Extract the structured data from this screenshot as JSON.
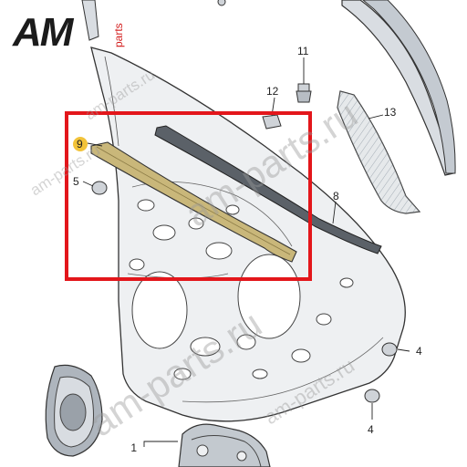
{
  "logo": {
    "mark": "AM",
    "sub": "parts",
    "colors": {
      "mark": "#1b1b1b",
      "sub": "#d32020"
    }
  },
  "watermarks": [
    "am-parts.ru",
    "am-parts.ru",
    "am-parts.ru",
    "am-parts.ru",
    "am-parts.ru"
  ],
  "callouts": [
    {
      "label": "1"
    },
    {
      "label": "4"
    },
    {
      "label": "4"
    },
    {
      "label": "5"
    },
    {
      "label": "8"
    },
    {
      "label": "9",
      "highlighted": true
    },
    {
      "label": "11"
    },
    {
      "label": "12"
    },
    {
      "label": "13"
    }
  ],
  "highlight": {
    "color": "#e3161b",
    "target_part": "9",
    "marker_color": "#f2c33a"
  }
}
